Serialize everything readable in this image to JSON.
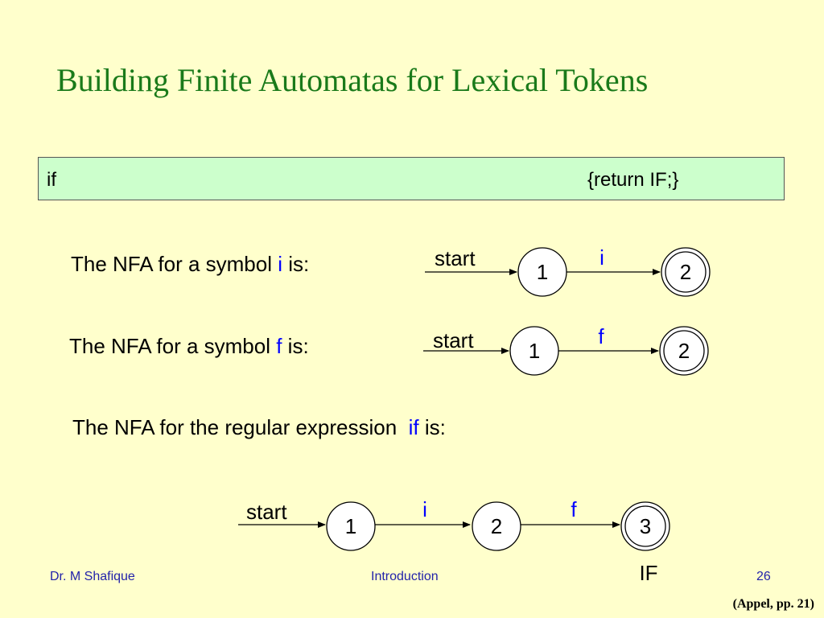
{
  "slide": {
    "title": "Building Finite Automatas for Lexical Tokens",
    "rule": {
      "pattern": "if",
      "action": "{return IF;}"
    },
    "nfa_i": {
      "caption_prefix": "The NFA for a symbol ",
      "symbol": "i",
      "caption_suffix": " is:",
      "start_label": "start",
      "state_1": "1",
      "state_2": "2",
      "edge_label": "i"
    },
    "nfa_f": {
      "caption_prefix": "The NFA for a symbol ",
      "symbol": "f",
      "caption_suffix": " is:",
      "start_label": "start",
      "state_1": "1",
      "state_2": "2",
      "edge_label": "f"
    },
    "nfa_if": {
      "caption_prefix": "The NFA for the regular expression  ",
      "symbol": "if",
      "caption_suffix": " is:",
      "start_label": "start",
      "state_1": "1",
      "state_2": "2",
      "state_3": "3",
      "edge_label_1": "i",
      "edge_label_2": "f",
      "final_token": "IF"
    },
    "footer": {
      "author": "Dr. M  Shafique",
      "section": "Introduction",
      "page_number": "26",
      "citation": "(Appel, pp. 21)"
    }
  }
}
